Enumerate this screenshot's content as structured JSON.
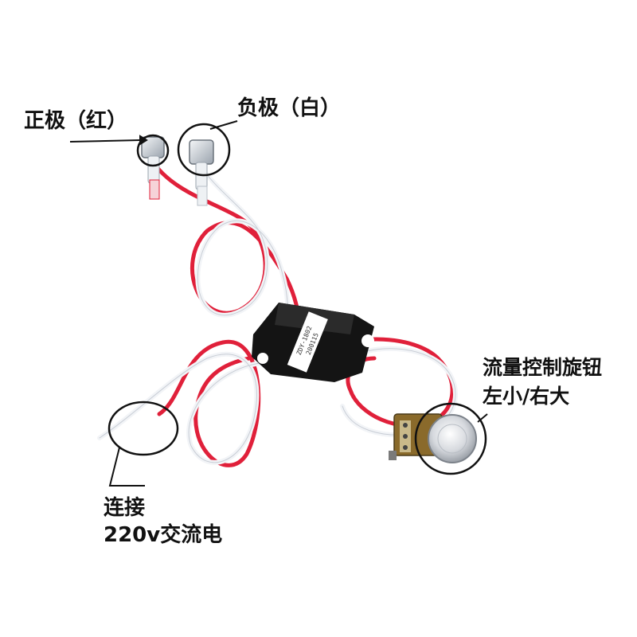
{
  "labels": {
    "positive": "正极（红）",
    "negative": "负极（白）",
    "knob_line1": "流量控制旋钮",
    "knob_line2": "左小/右大",
    "connect_line1": "连接",
    "connect_line2": "220v交流电"
  },
  "module_text": {
    "line1": "ZDY-1802",
    "line2": "200115"
  },
  "colors": {
    "red_wire": "#e0203a",
    "white_wire": "#f2f4f7",
    "module_body": "#141414",
    "label_text": "#111111"
  }
}
